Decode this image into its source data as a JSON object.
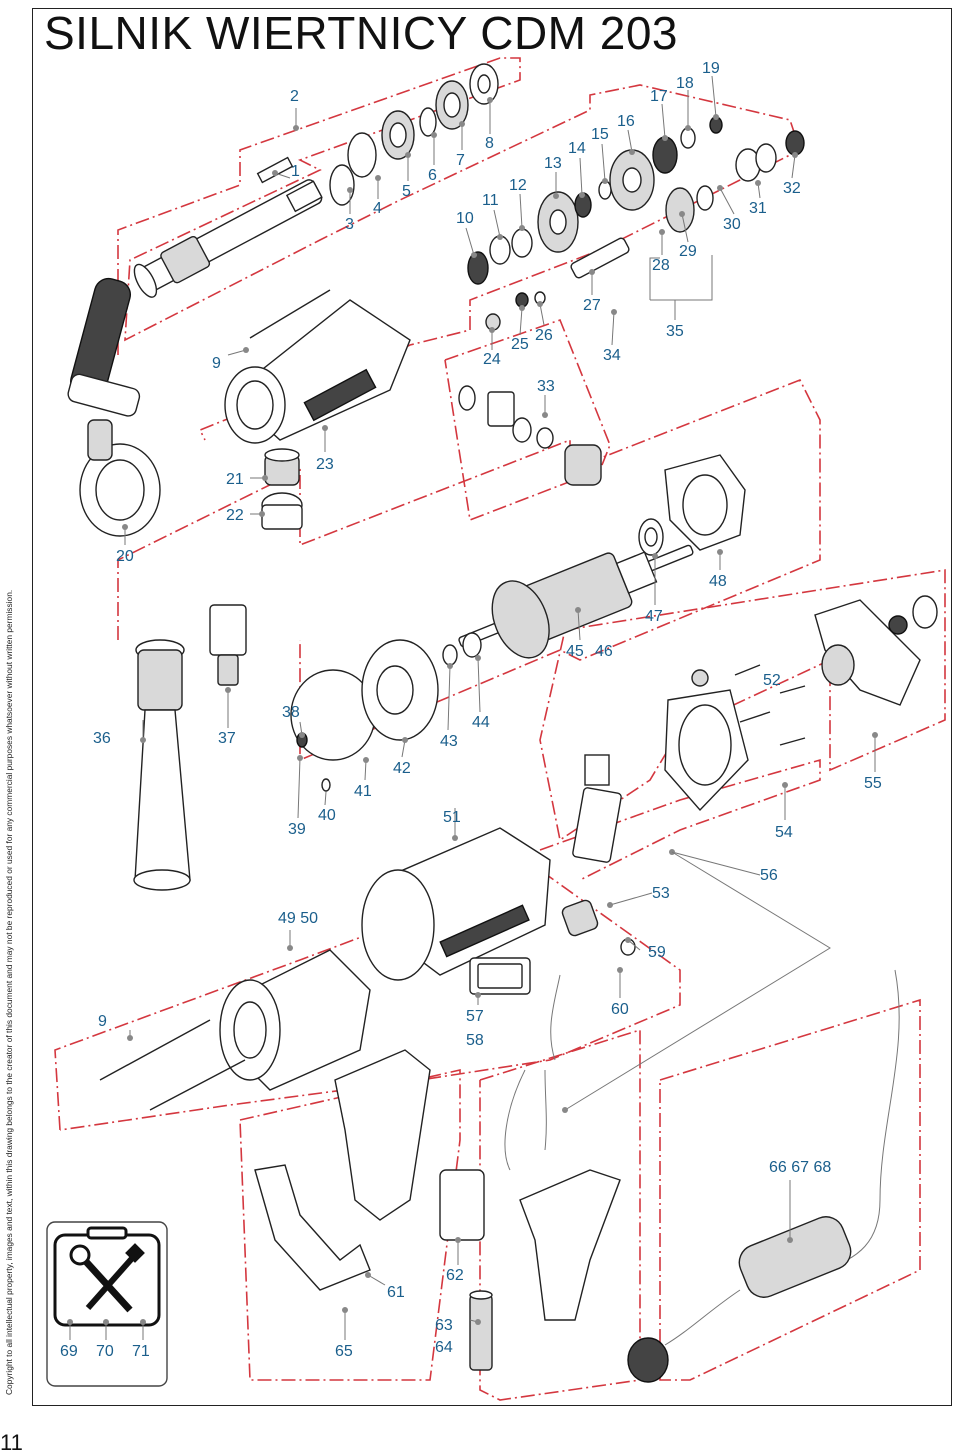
{
  "title": "SILNIK WIERTNICY CDM 203",
  "copyright": "Copyright to all intellectual property, images and text, within this drawing belongs to the creator of this document and may not be reproduced or used for any commercial purposes whatsoever without written permission.",
  "page_number": "11",
  "part_numbers": [
    "1",
    "2",
    "3",
    "4",
    "5",
    "6",
    "7",
    "8",
    "9",
    "10",
    "11",
    "12",
    "13",
    "14",
    "15",
    "16",
    "17",
    "18",
    "19",
    "20",
    "21",
    "22",
    "23",
    "24",
    "25",
    "26",
    "27",
    "28",
    "29",
    "30",
    "31",
    "32",
    "33",
    "34",
    "35",
    "36",
    "37",
    "38",
    "39",
    "40",
    "41",
    "42",
    "43",
    "44",
    "45",
    "46",
    "47",
    "48",
    "49 50",
    "51",
    "52",
    "53",
    "54",
    "55",
    "56",
    "57",
    "58",
    "59",
    "60",
    "61",
    "62",
    "63",
    "64",
    "65",
    "66 67 68",
    "69",
    "70",
    "71",
    "9"
  ],
  "toolbox_icon": "wrench-screwdriver-toolbox-icon"
}
